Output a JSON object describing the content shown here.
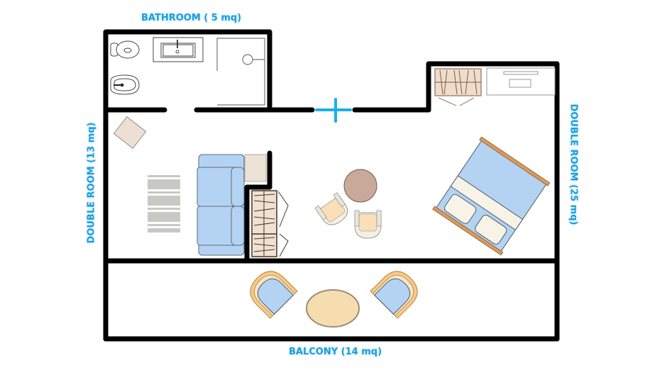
{
  "floorplan": {
    "rooms": {
      "bathroom": {
        "label": "BATHROOM  ( 5 mq)"
      },
      "double_room_left": {
        "label": "DOUBLE ROOM (13 mq)"
      },
      "double_room_right": {
        "label": "DOUBLE ROOM  (25 mq)"
      },
      "balcony": {
        "label": "BALCONY (14 mq)"
      }
    },
    "colors": {
      "label": "#1a9ee0",
      "wall": "#000000",
      "entrance_marker": "#1ab0e8",
      "upholstery_blue": "#b4d3f2",
      "wood_light": "#ecdfd3",
      "wood_frame": "#d99a5e",
      "round_table": "#c9a99a",
      "balcony_table": "#f6ddb0",
      "rug": "#c8c8c4"
    },
    "furniture": [
      "toilet",
      "bidet",
      "sink-vanity",
      "shower",
      "wardrobe-top-right",
      "desk",
      "side-table-diagonal",
      "rug",
      "sofa",
      "side-table",
      "wardrobe-center",
      "round-table",
      "armchair-left",
      "armchair-right",
      "double-bed",
      "balcony-chair-left",
      "balcony-oval-table",
      "balcony-chair-right"
    ]
  }
}
